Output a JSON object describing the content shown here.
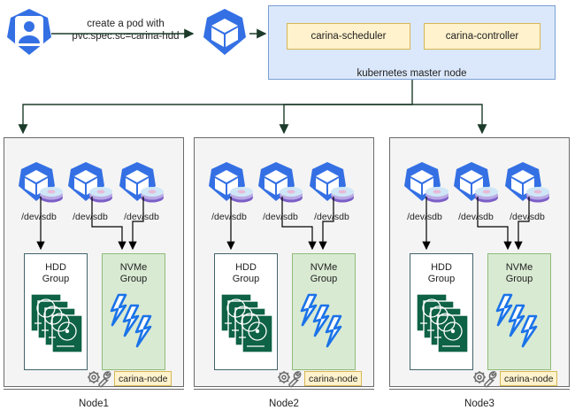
{
  "colors": {
    "k8s_blue": "#3470e4",
    "master_fill": "#dbe8fb",
    "master_stroke": "#7a9fd4",
    "chip_fill": "#fff2cc",
    "chip_stroke": "#d6b656",
    "node_fill": "#f4f4f4",
    "node_stroke": "#6b6b6b",
    "hdd_green": "#0e6245",
    "nvme_fill": "#d9ead3",
    "nvme_stroke": "#8fbc7a",
    "bolt_blue": "#1a73e8",
    "arrow": "#1c3b2a"
  },
  "flow": {
    "user_icon": "user-kubernetes-icon",
    "request_label": "create a pod with\npvc.spec.sc=carina-hdd",
    "pod_icon": "kubernetes-pod-icon"
  },
  "master": {
    "caption": "kubernetes master node",
    "components": [
      {
        "label": "carina-scheduler"
      },
      {
        "label": "carina-controller"
      }
    ]
  },
  "nodes": [
    {
      "caption": "Node1",
      "agent_label": "carina-node",
      "agent_icon": "gear-wrench-icon",
      "disks": [
        {
          "device": "/dev/sdb",
          "target": "hdd"
        },
        {
          "device": "/dev/sdb",
          "target": "nvme"
        },
        {
          "device": "/dev/sdb",
          "target": "nvme"
        }
      ],
      "groups": [
        {
          "title": "HDD\nGroup",
          "kind": "hdd",
          "icon": "disk-stack-icon"
        },
        {
          "title": "NVMe\nGroup",
          "kind": "nvme",
          "icon": "lightning-bolt-icon"
        }
      ]
    },
    {
      "caption": "Node2",
      "agent_label": "carina-node",
      "agent_icon": "gear-wrench-icon",
      "disks": [
        {
          "device": "/dev/sdb",
          "target": "hdd"
        },
        {
          "device": "/dev/sdb",
          "target": "nvme"
        },
        {
          "device": "/dev/sdb",
          "target": "nvme"
        }
      ],
      "groups": [
        {
          "title": "HDD\nGroup",
          "kind": "hdd",
          "icon": "disk-stack-icon"
        },
        {
          "title": "NVMe\nGroup",
          "kind": "nvme",
          "icon": "lightning-bolt-icon"
        }
      ]
    },
    {
      "caption": "Node3",
      "agent_label": "carina-node",
      "agent_icon": "gear-wrench-icon",
      "disks": [
        {
          "device": "/dev/sdb",
          "target": "hdd"
        },
        {
          "device": "/dev/sdb",
          "target": "nvme"
        },
        {
          "device": "/dev/sdb",
          "target": "nvme"
        }
      ],
      "groups": [
        {
          "title": "HDD\nGroup",
          "kind": "hdd",
          "icon": "disk-stack-icon"
        },
        {
          "title": "NVMe\nGroup",
          "kind": "nvme",
          "icon": "lightning-bolt-icon"
        }
      ]
    }
  ]
}
